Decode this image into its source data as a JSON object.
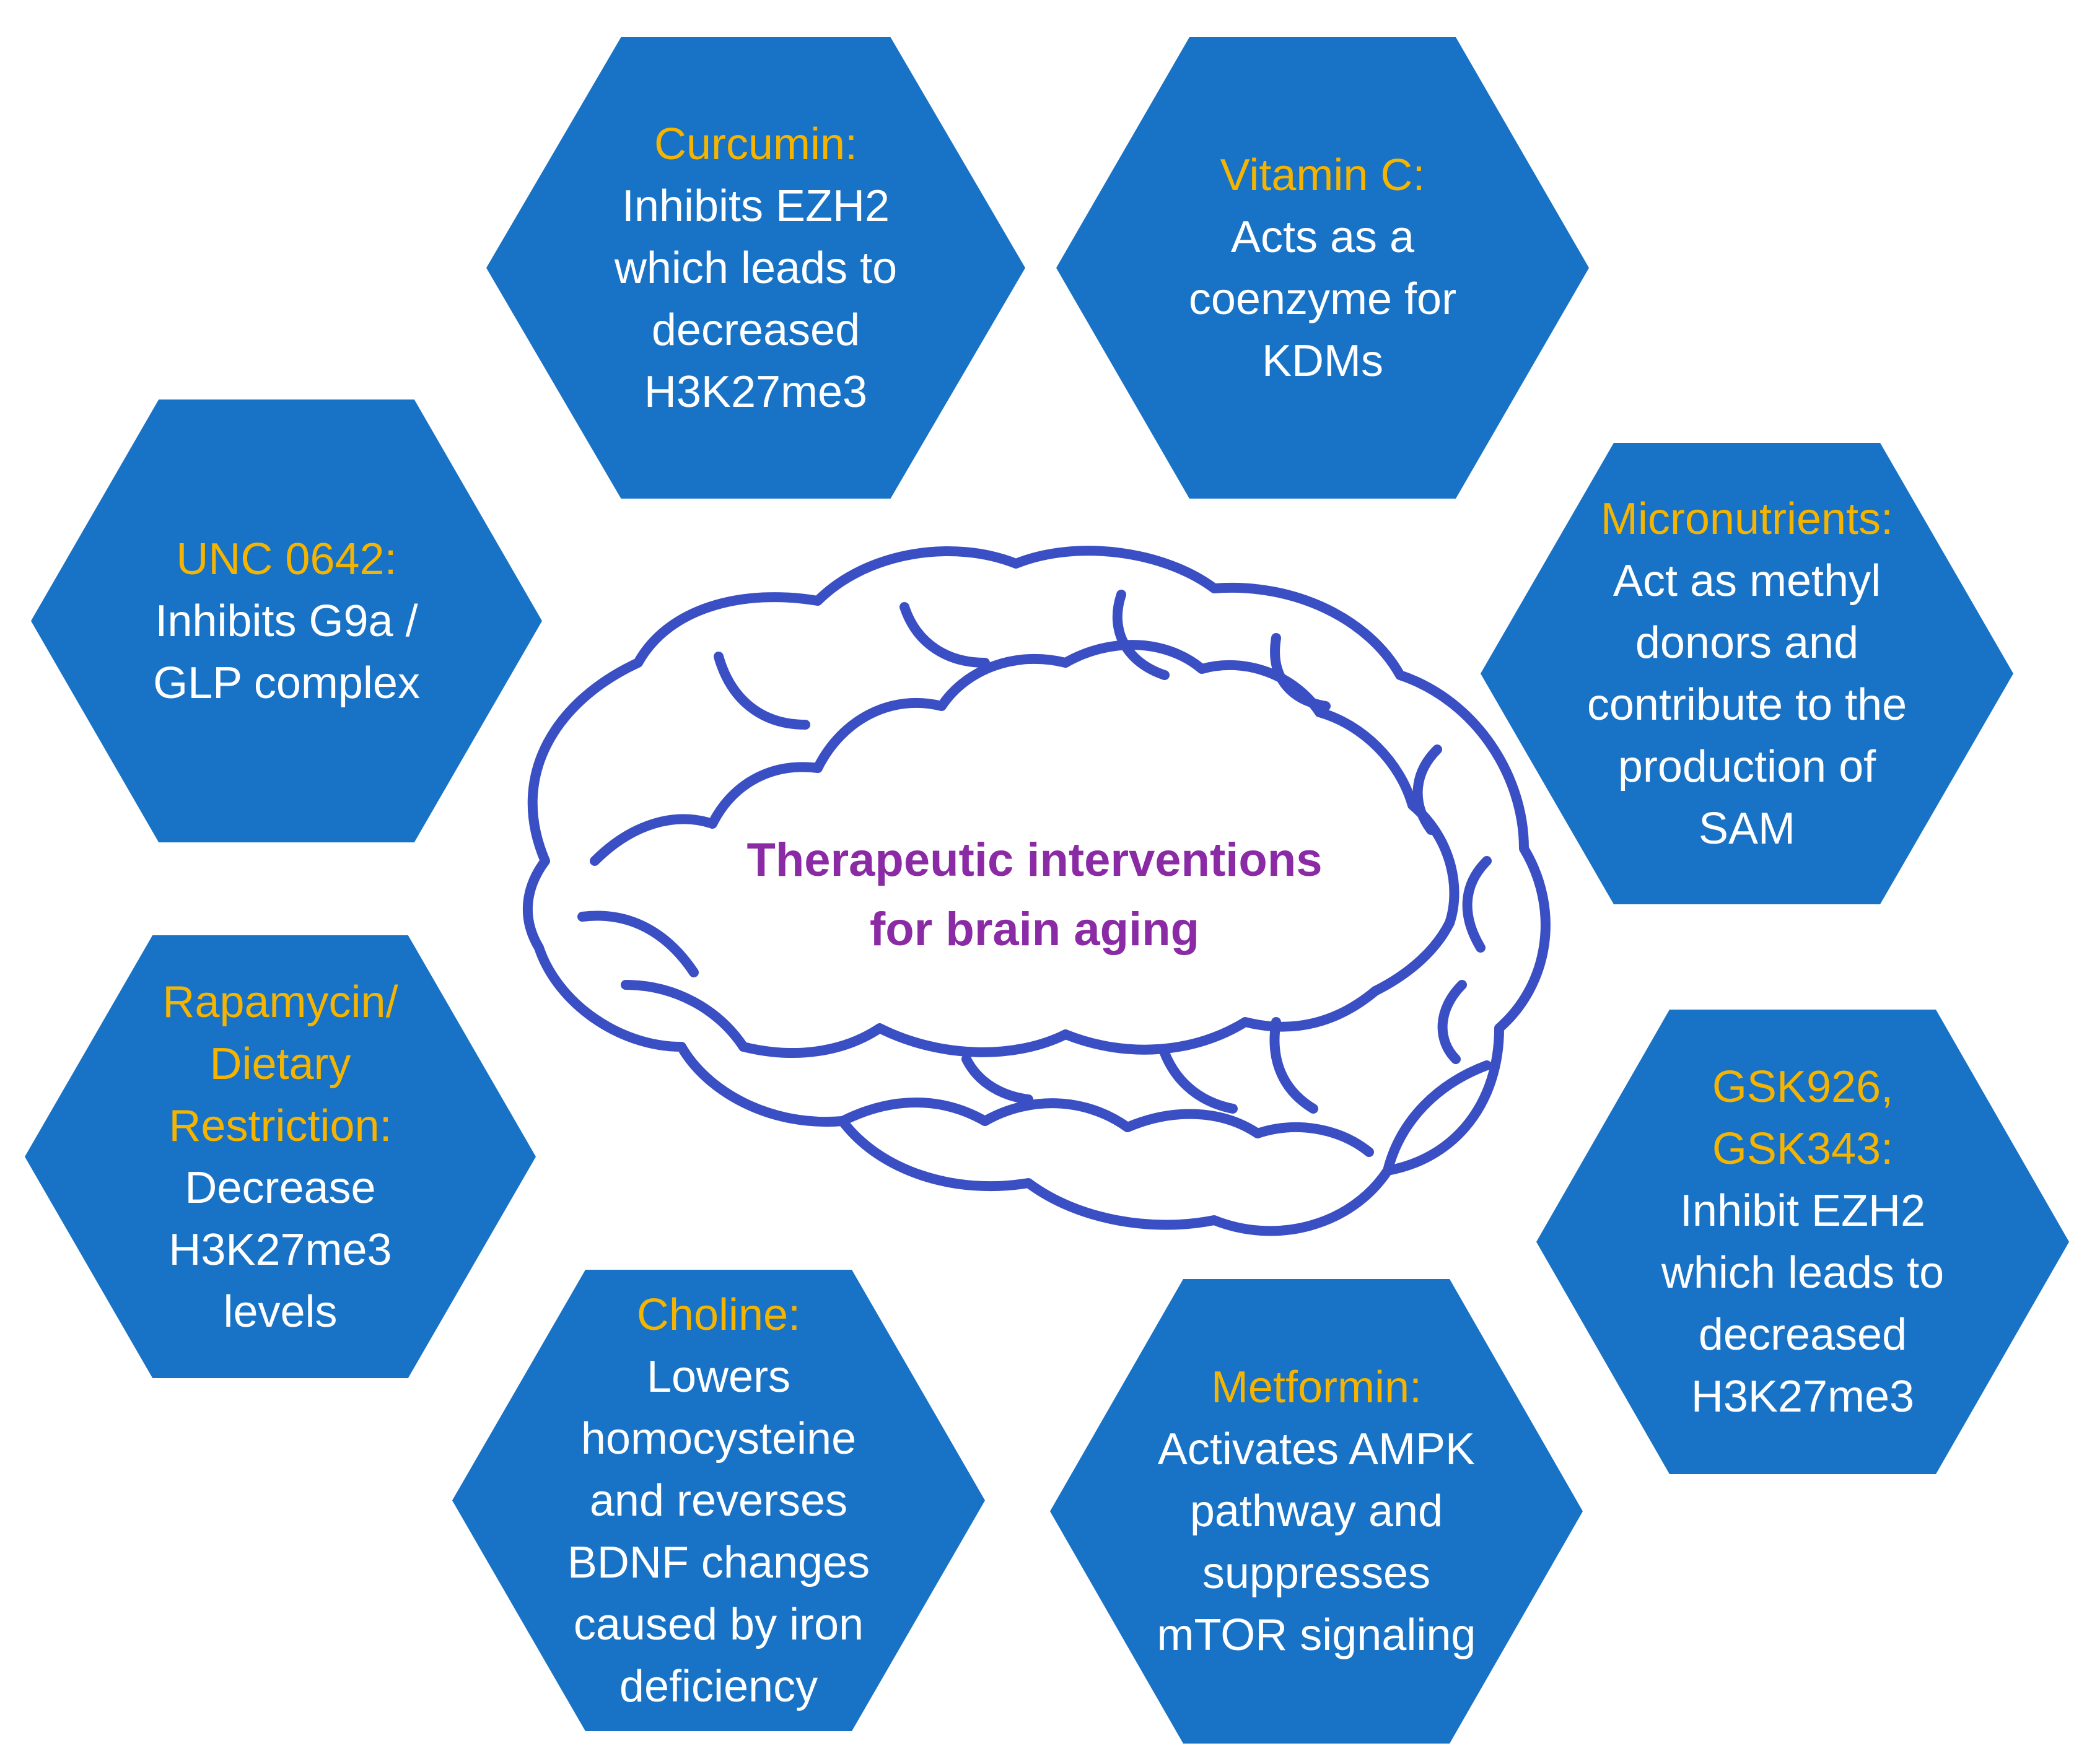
{
  "colors": {
    "hexagon_fill": "#1872c6",
    "title_text": "#f5b400",
    "body_text": "#ffffff",
    "brain_outline": "#3b4fc4",
    "center_text": "#8a2aa5"
  },
  "center": {
    "title": "Therapeutic interventions for brain aging"
  },
  "hexagons": [
    {
      "id": "curcumin",
      "title": "Curcumin:",
      "text": "Inhibits EZH2 which leads to decreased H3K27me3"
    },
    {
      "id": "vitamin-c",
      "title": "Vitamin C:",
      "text": "Acts as a coenzyme for KDMs"
    },
    {
      "id": "unc-0642",
      "title": "UNC 0642:",
      "text": "Inhibits G9a / GLP complex"
    },
    {
      "id": "micronutrients",
      "title": "Micronutrients:",
      "text": "Act as methyl donors and contribute to the production of SAM"
    },
    {
      "id": "rapamycin",
      "title": "Rapamycin/ Dietary Restriction:",
      "text": "Decrease H3K27me3 levels"
    },
    {
      "id": "gsk",
      "title": "GSK926, GSK343:",
      "text": "Inhibit EZH2 which leads to decreased H3K27me3"
    },
    {
      "id": "choline",
      "title": "Choline:",
      "text": "Lowers homocysteine and reverses BDNF changes caused by iron deficiency"
    },
    {
      "id": "metformin",
      "title": "Metformin:",
      "text": "Activates AMPK pathway and suppresses mTOR signaling"
    }
  ]
}
